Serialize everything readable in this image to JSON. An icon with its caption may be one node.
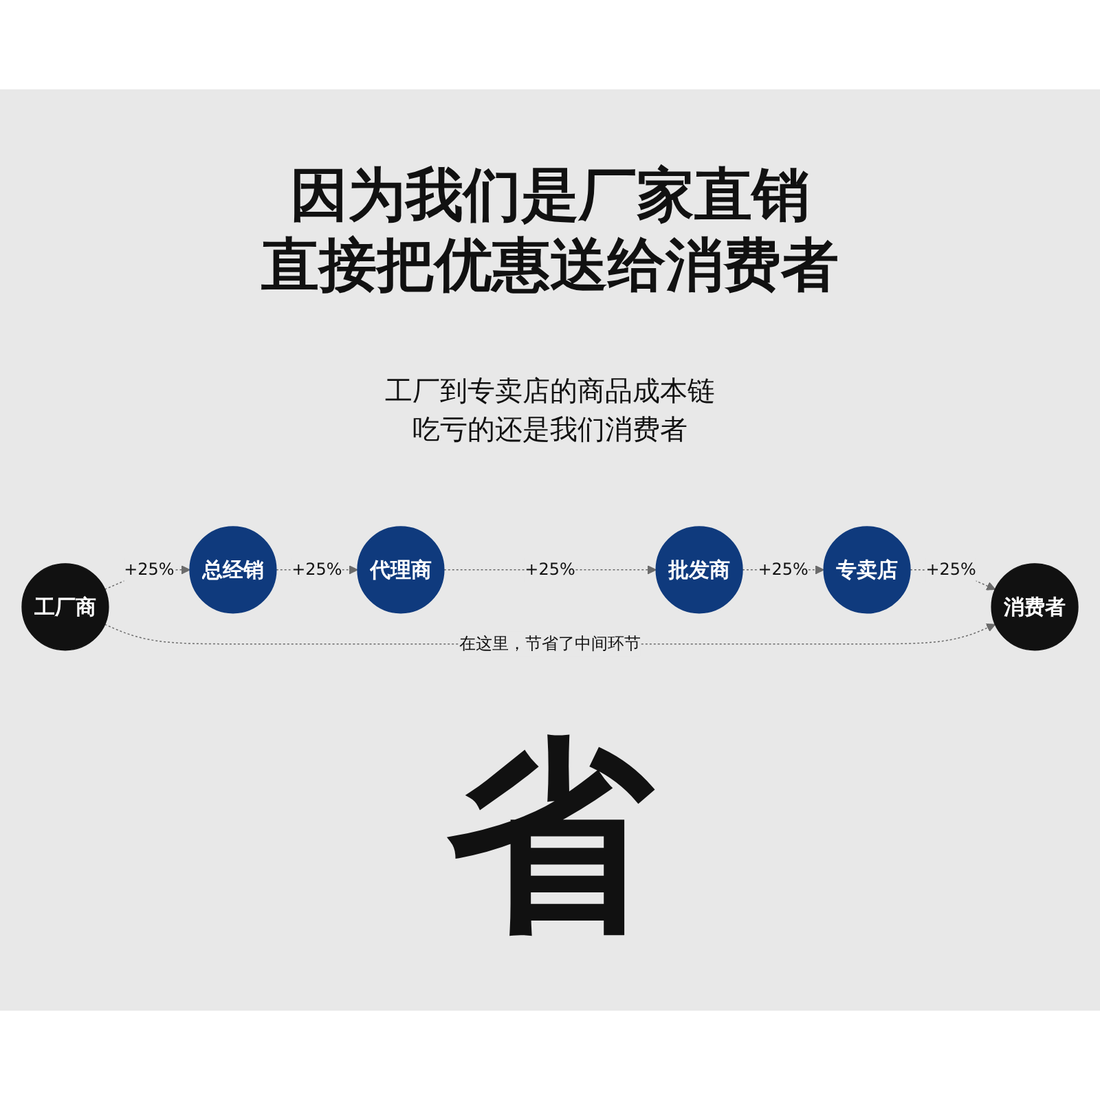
{
  "diagram": {
    "title": "因为我们是厂家直销直接把优惠送给消费者",
    "nodes": [
      {
        "text": [
          "工厂商"
        ]
      },
      {
        "text": [
          "总经销"
        ]
      },
      {
        "text": [
          "代理商"
        ]
      },
      {
        "text": [
          "批发商"
        ]
      },
      {
        "text": [
          "专卖店"
        ]
      },
      {
        "text": [
          "消费者"
        ]
      }
    ],
    "edges": [
      {
        "from": 0,
        "to": 1,
        "arrow": "to",
        "label": "+25%",
        "style": "dashed"
      },
      {
        "from": 1,
        "to": 2,
        "arrow": "to",
        "label": "+25%",
        "style": "dashed"
      },
      {
        "from": 2,
        "to": 3,
        "arrow": "to",
        "label": "+25%",
        "style": "dashed"
      },
      {
        "from": 3,
        "to": 4,
        "arrow": "to",
        "label": "+25%",
        "style": "dashed"
      },
      {
        "from": 4,
        "to": 5,
        "arrow": "to",
        "label": "+25%",
        "style": "dashed"
      },
      {
        "from": 0,
        "to": 5,
        "arrow": "to",
        "label": "在这里，节省了中间环节",
        "style": "dashed"
      }
    ],
    "labels": [
      "工厂到专卖店的商品成本链吃亏的还是我们消费者",
      "省"
    ]
  }
}
